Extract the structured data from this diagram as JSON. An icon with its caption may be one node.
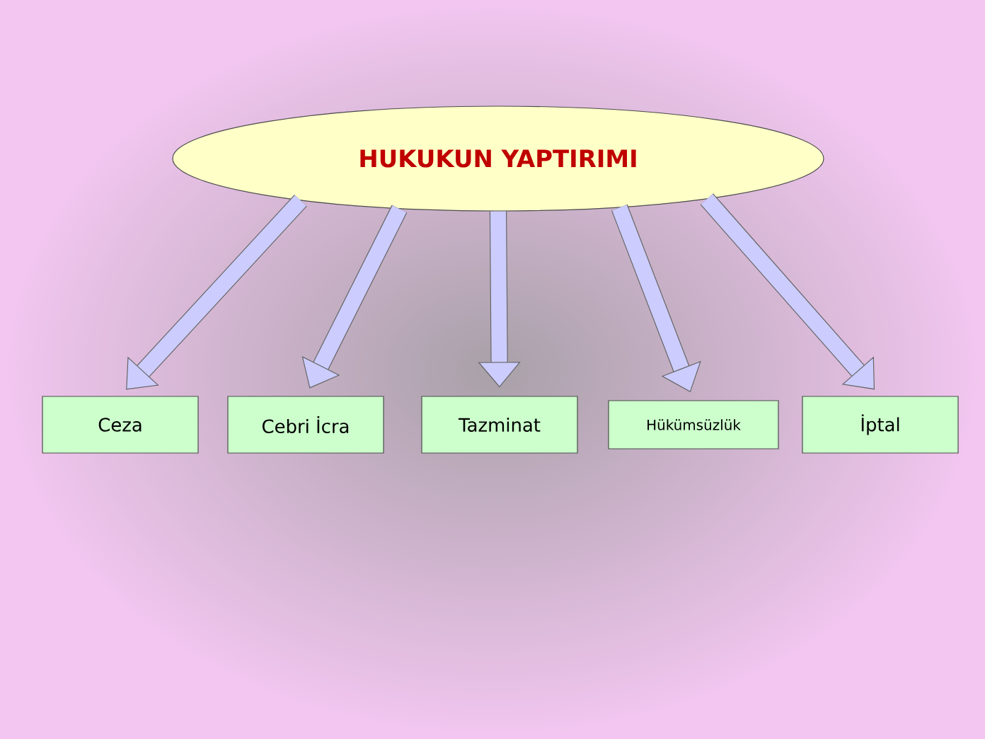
{
  "diagram": {
    "nodes": [
      {
        "text": [
          "HUKUKUN YAPTIRIMI"
        ]
      },
      {
        "text": [
          "Ceza"
        ]
      },
      {
        "text": [
          "Cebri İcra"
        ]
      },
      {
        "text": [
          "Tazminat"
        ]
      },
      {
        "text": [
          "Hükümsüzlük"
        ]
      },
      {
        "text": [
          "İptal"
        ]
      }
    ],
    "edges": [
      {
        "from": 0,
        "to": 1,
        "arrow": "to"
      },
      {
        "from": 0,
        "to": 2,
        "arrow": "to"
      },
      {
        "from": 0,
        "to": 3,
        "arrow": "to"
      },
      {
        "from": 0,
        "to": 4,
        "arrow": "to"
      },
      {
        "from": 0,
        "to": 5,
        "arrow": "to"
      }
    ]
  }
}
